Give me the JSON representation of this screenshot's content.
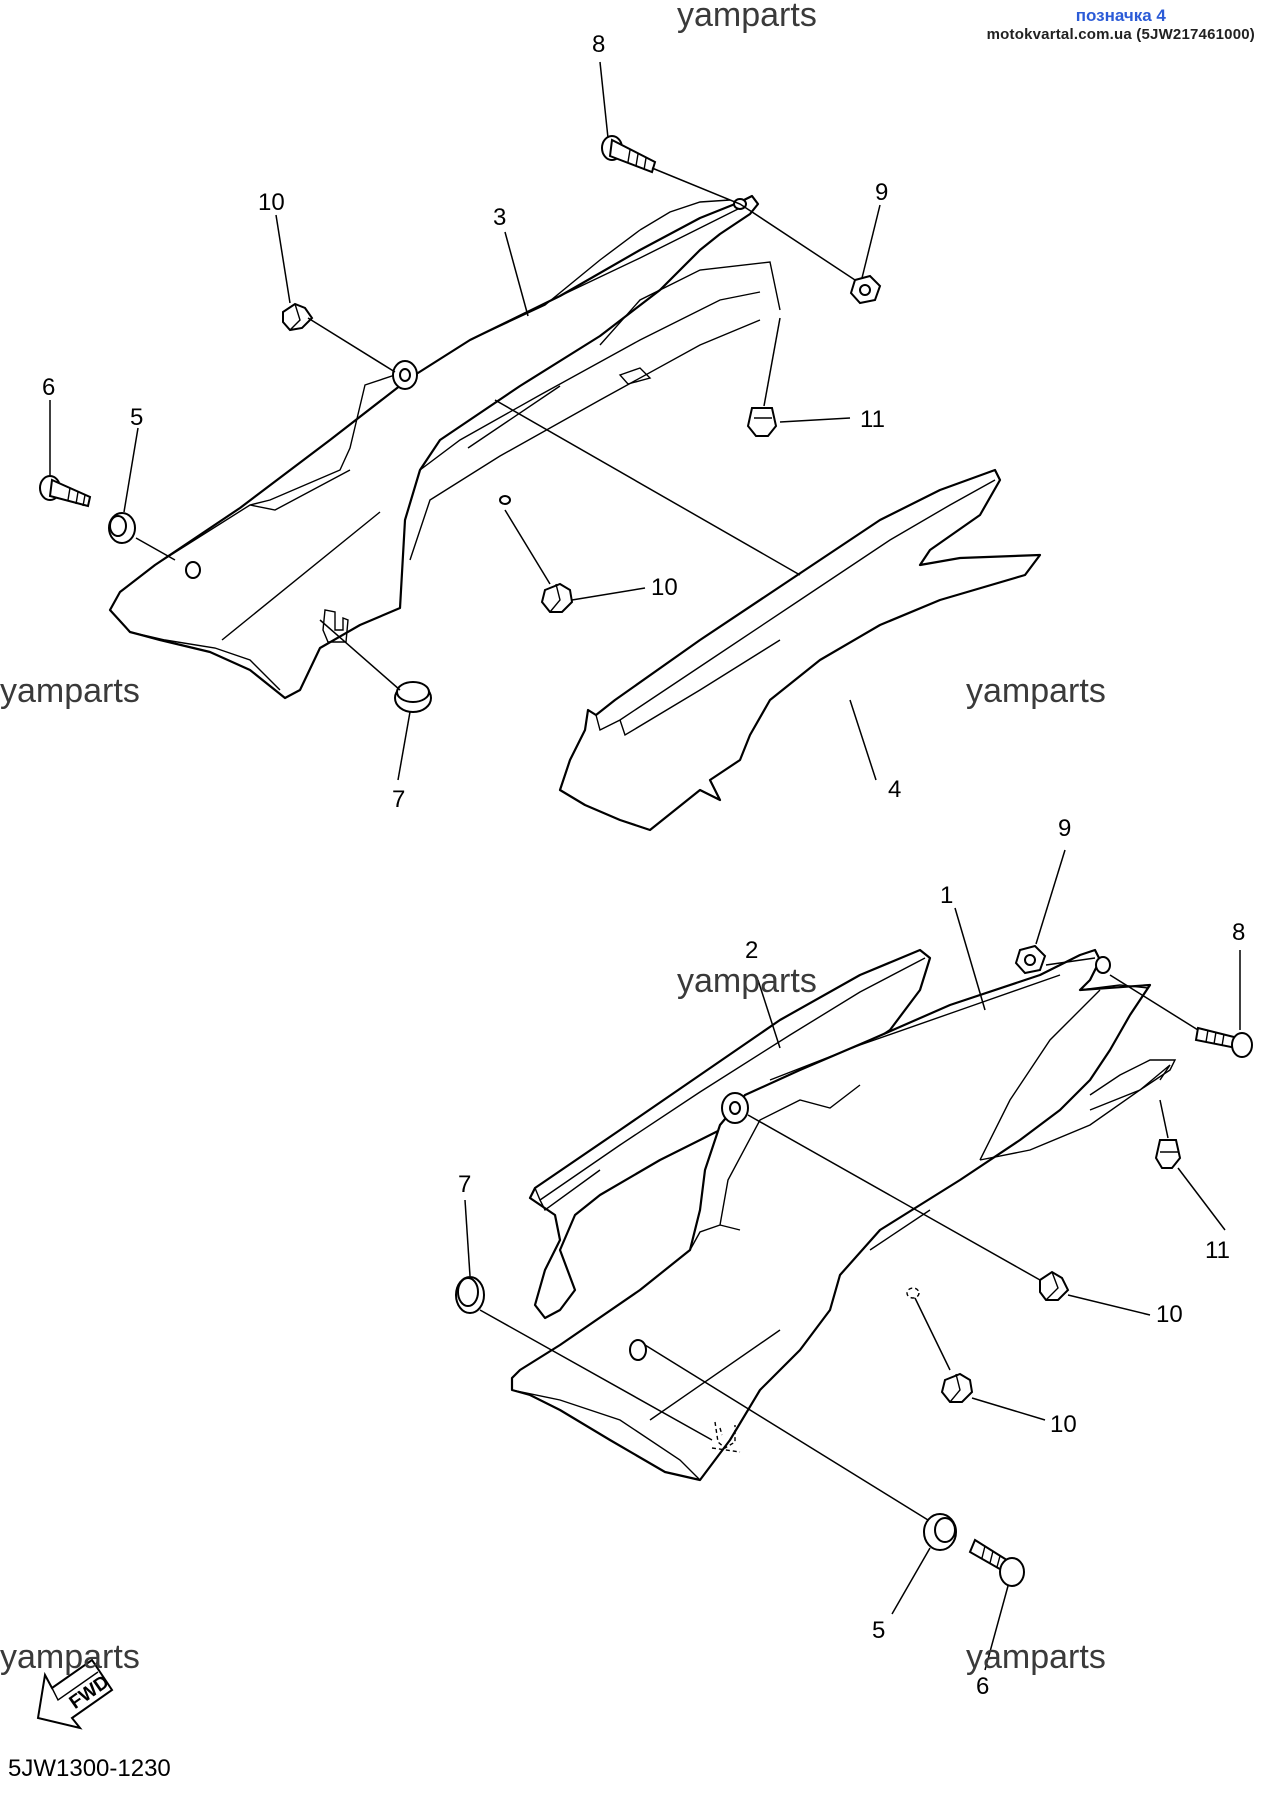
{
  "header": {
    "mark_label": "позначка 4",
    "mark_source": "motokvartal.com.ua (5JW217461000)"
  },
  "watermarks": [
    "yamparts",
    "yamparts",
    "yamparts",
    "yamparts",
    "yamparts",
    "yamparts"
  ],
  "callouts": {
    "top": [
      "8",
      "9",
      "10",
      "3",
      "6",
      "5",
      "11",
      "10",
      "7",
      "4"
    ],
    "bottom": [
      "9",
      "1",
      "8",
      "2",
      "7",
      "11",
      "10",
      "10",
      "5",
      "6"
    ]
  },
  "fwd_label": "FWD",
  "diagram_code": "5JW1300-1230",
  "colors": {
    "mark_label": "#2b5bd7",
    "line": "#000000",
    "watermark": "#3a3a3a"
  }
}
